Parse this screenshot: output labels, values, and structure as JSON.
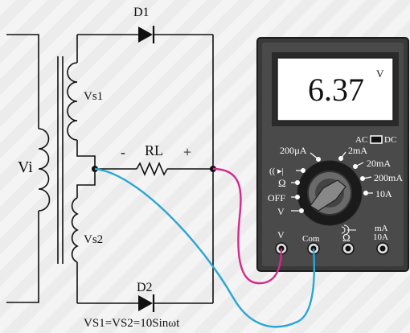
{
  "circuit": {
    "labels": {
      "vi": "Vi",
      "d1": "D1",
      "d2": "D2",
      "vs1": "Vs1",
      "vs2": "Vs2",
      "rl": "RL",
      "minus": "-",
      "plus": "+",
      "equation": "VS1=VS2=10Sinωt"
    }
  },
  "multimeter": {
    "reading": "6.37",
    "reading_unit": "V",
    "mode_left": "AC",
    "mode_right": "DC",
    "dial_labels": {
      "ua200": "200µA",
      "ma2": "2mA",
      "ma20": "20mA",
      "ma200": "200mA",
      "a10": "10A",
      "diode": "(( ▸|",
      "ohm": "Ω",
      "off": "OFF",
      "volt": "V"
    },
    "jacks": {
      "v": "V",
      "com": "Com",
      "ohm": "Ω",
      "ma": "mA",
      "a10": "10A"
    }
  },
  "colors": {
    "red_probe": "#d62a8c",
    "blue_probe": "#2aa6d6",
    "meter_body": "#3a3a3a",
    "display_bg": "#ffffff"
  }
}
